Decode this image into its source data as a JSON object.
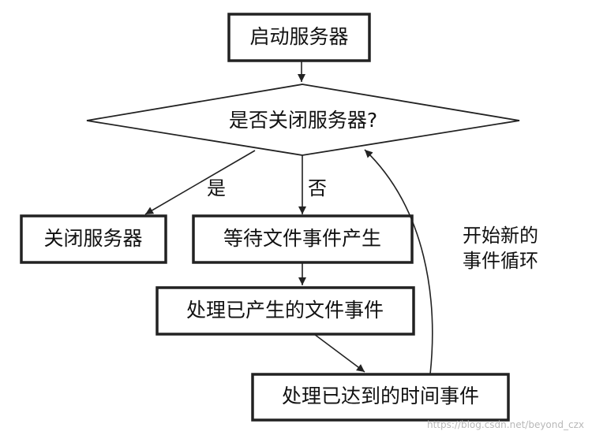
{
  "nodes": {
    "start_server": "启动服务器",
    "decision": "是否关闭服务器?",
    "close_server": "关闭服务器",
    "wait_file_events": "等待文件事件产生",
    "handle_file_events": "处理已产生的文件事件",
    "handle_time_events": "处理已达到的时间事件"
  },
  "edge_labels": {
    "yes": "是",
    "no": "否",
    "loop_line1": "开始新的",
    "loop_line2": "事件循环"
  },
  "watermark": "https://blog.csdn.net/beyond_czx",
  "colors": {
    "stroke": "#222222",
    "text": "#111111",
    "watermark": "#b8b8b8"
  }
}
